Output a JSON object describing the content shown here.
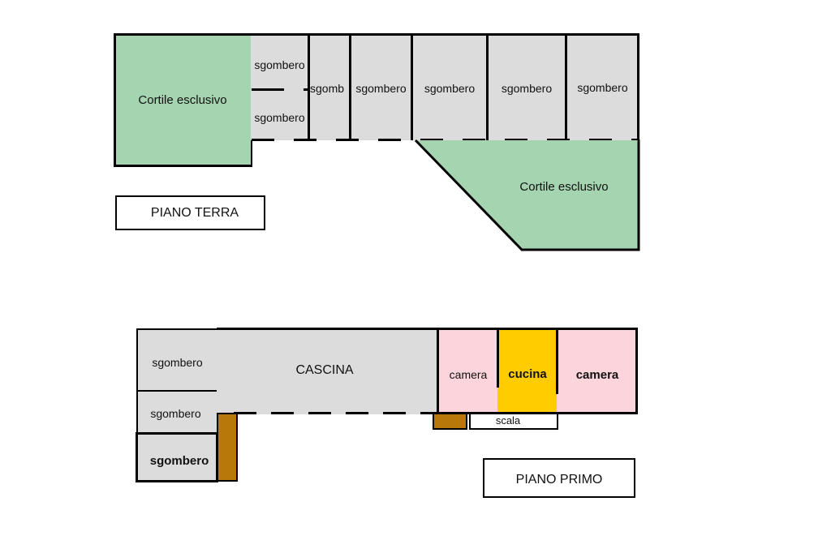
{
  "ground_floor": {
    "title": "PIANO TERRA",
    "courtyard_left": "Cortile esclusivo",
    "courtyard_right": "Cortile esclusivo",
    "rooms": [
      "sgombero",
      "sgombero",
      "sgomb",
      "sgombero",
      "sgombero",
      "sgombero",
      "sgombero"
    ]
  },
  "first_floor": {
    "title": "PIANO PRIMO",
    "storage": [
      "sgombero",
      "sgombero",
      "sgombero"
    ],
    "barn": "CASCINA",
    "bedroom_left": "camera",
    "kitchen": "cucina",
    "bedroom_right": "camera",
    "stairs": "scala"
  },
  "colors": {
    "courtyard": "#a5d5b0",
    "storage": "#dcdcdc",
    "bedroom": "#fcd4dc",
    "kitchen": "#ffcc00",
    "wood": "#b8780a"
  }
}
